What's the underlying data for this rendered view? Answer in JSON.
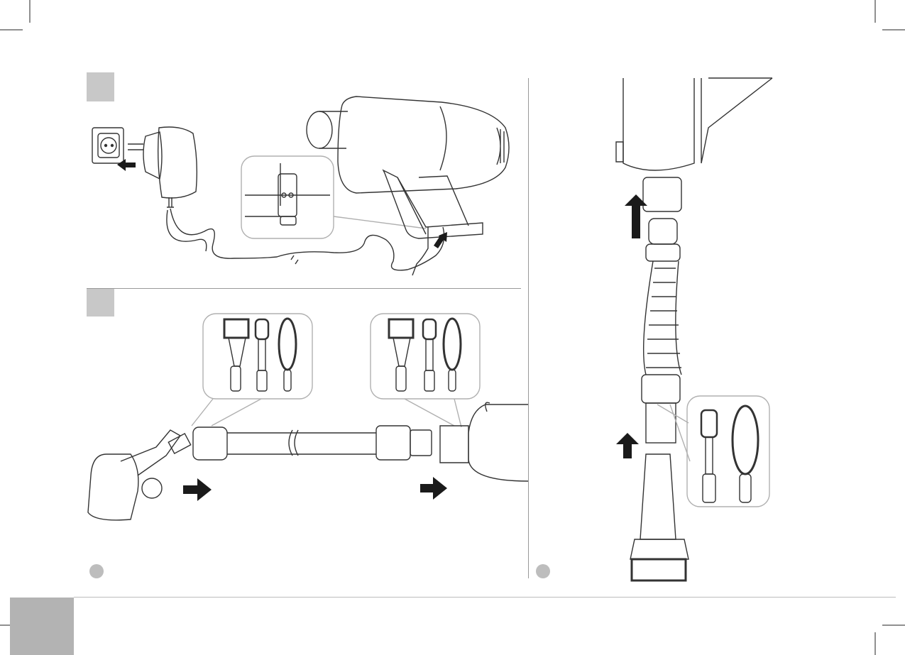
{
  "page": {
    "sections": [
      {
        "id": "charging",
        "marker": ""
      },
      {
        "id": "assembly-tube",
        "marker": ""
      },
      {
        "id": "assembly-hose",
        "marker": ""
      }
    ],
    "footer_tab": "",
    "colors": {
      "line": "#333333",
      "marker": "#c8c8c8",
      "tab": "#b3b3b3",
      "inset_border": "#b0b0b0",
      "arrow": "#1a1a1a"
    },
    "icons": [
      "wall-socket-icon",
      "charger-adapter-icon",
      "vacuum-handheld-icon",
      "arrow-icon",
      "brush-attachment-icon",
      "crevice-tool-icon",
      "dusting-brush-icon",
      "extension-tube-icon",
      "floor-head-icon",
      "flexible-hose-icon"
    ]
  }
}
